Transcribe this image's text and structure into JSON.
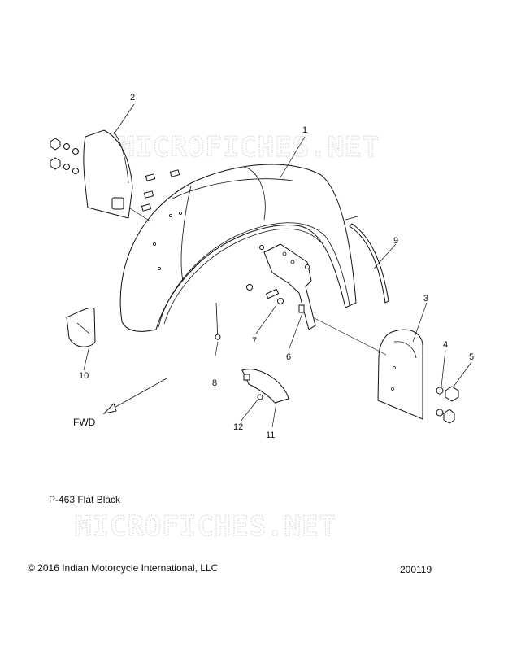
{
  "watermark": "MICROFICHES.NET",
  "callouts": [
    "1",
    "2",
    "3",
    "4",
    "5",
    "6",
    "7",
    "8",
    "9",
    "10",
    "11",
    "12"
  ],
  "fwd_label": "FWD",
  "paint_code": "P-463  Flat Black",
  "copyright": "© 2016 Indian Motorcycle International, LLC",
  "diagram_number": "200119"
}
